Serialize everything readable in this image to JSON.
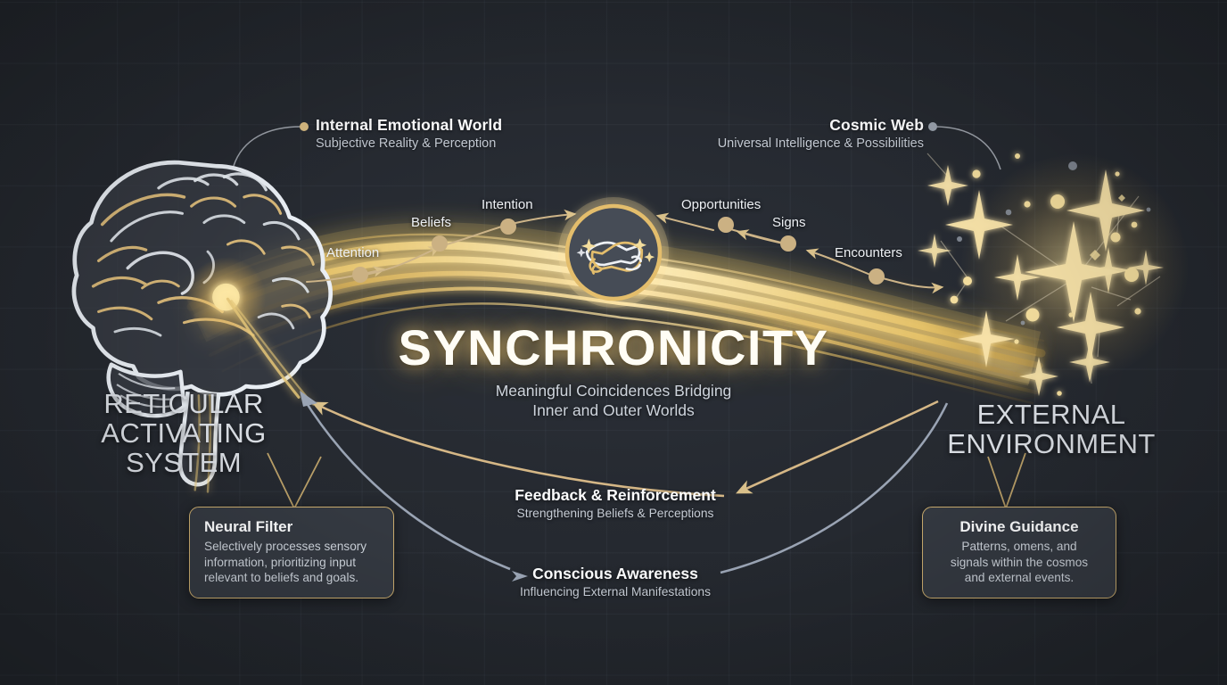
{
  "theme": {
    "background": "#23272e",
    "gold": "#e8c877",
    "gold_soft": "#d8bd86",
    "gray_arrow": "#9aa4b4",
    "text_primary": "#f1f3f6",
    "text_secondary": "#c3c9d2",
    "callout_bg": "#343941",
    "callout_border": "#c9ab6e"
  },
  "center": {
    "title": "SYNCHRONICITY",
    "subtitle": "Meaningful Coincidences Bridging\nInner and Outer Worlds",
    "icon": "handshake-icon"
  },
  "top_left_label": {
    "heading": "Internal Emotional World",
    "sub": "Subjective Reality\n& Perception"
  },
  "top_right_label": {
    "heading": "Cosmic Web",
    "sub": "Universal Intelligence\n& Possibilities"
  },
  "left_system": {
    "caption": "RETICULAR\nACTIVATING\nSYSTEM",
    "icon": "brain-icon"
  },
  "right_system": {
    "caption": "EXTERNAL\nENVIRONMENT",
    "icon": "starfield-icon"
  },
  "inbound_flow": [
    {
      "label": "Attention"
    },
    {
      "label": "Beliefs"
    },
    {
      "label": "Intention"
    }
  ],
  "outbound_flow": [
    {
      "label": "Opportunities"
    },
    {
      "label": "Signs"
    },
    {
      "label": "Encounters"
    }
  ],
  "feedback": {
    "heading": "Feedback & Reinforcement",
    "sub": "Strengthening Beliefs & Perceptions"
  },
  "awareness": {
    "heading": "Conscious Awareness",
    "sub": "Influencing External Manifestations"
  },
  "callouts": [
    {
      "title": "Neural Filter",
      "body": "Selectively processes sensory\ninformation, prioritizing input\nrelevant to beliefs and goals."
    },
    {
      "title": "Divine Guidance",
      "body": "Patterns, omens, and\nsignals within the cosmos\nand external events."
    }
  ]
}
